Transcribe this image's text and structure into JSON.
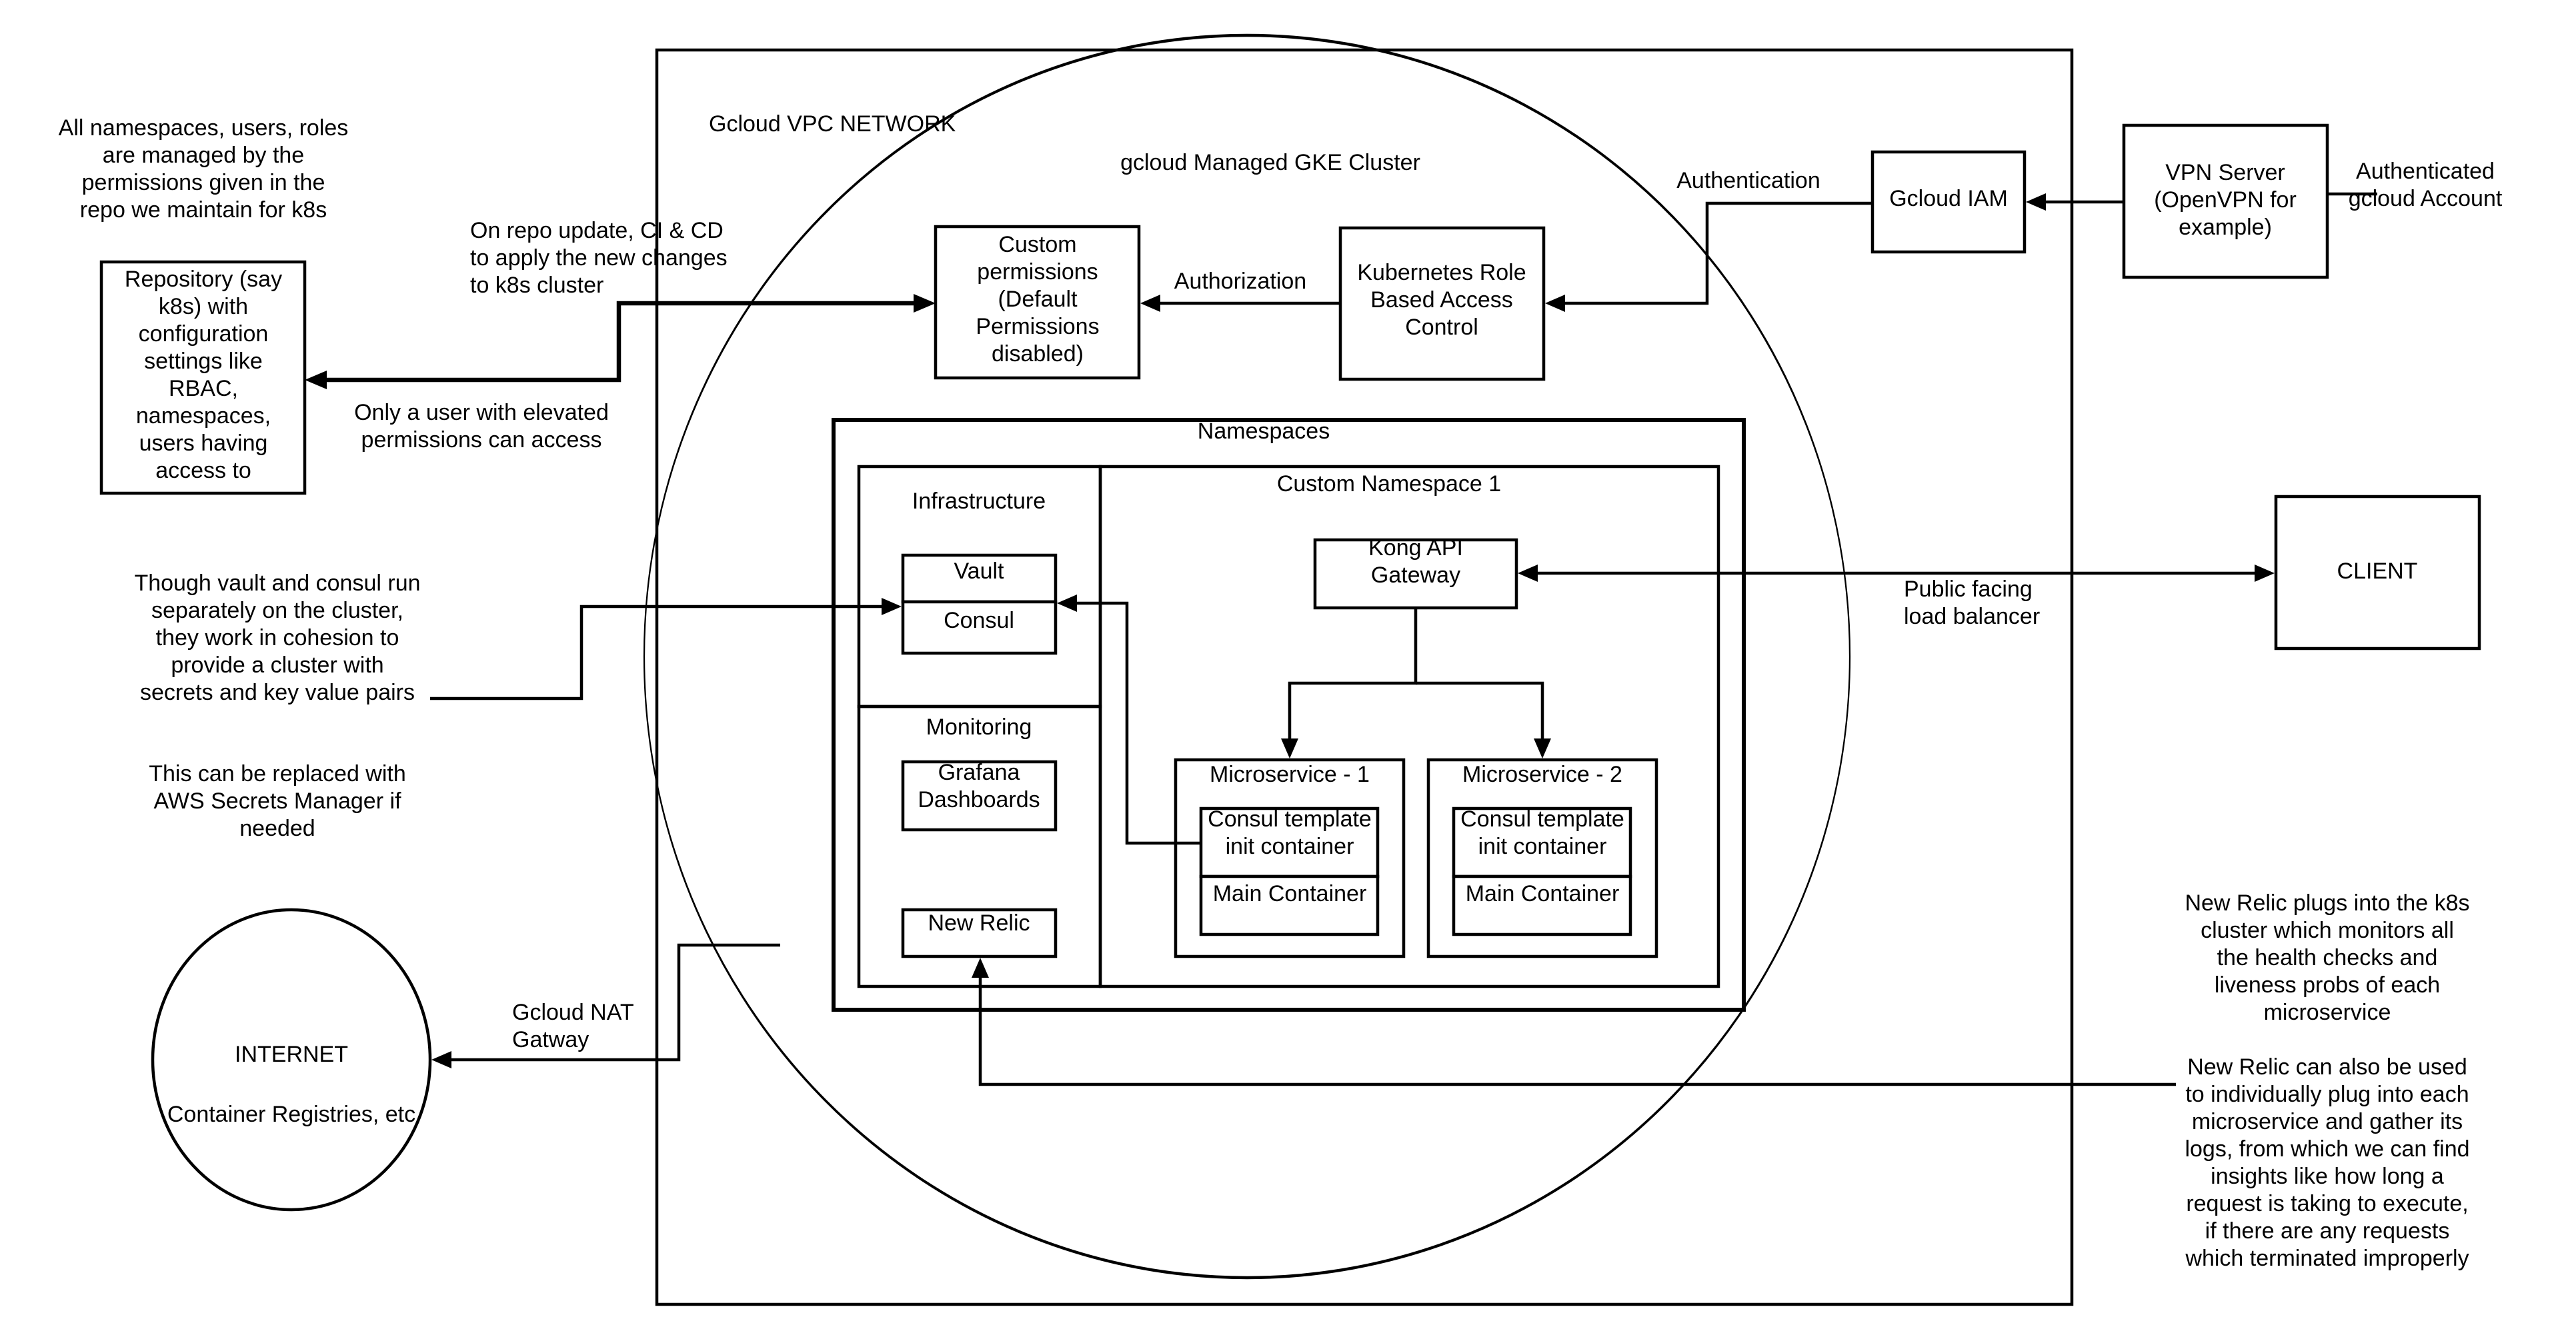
{
  "labels": {
    "vpc_title": "Gcloud VPC NETWORK",
    "gke_title": "gcloud Managed GKE Cluster",
    "namespaces_title": "Namespaces",
    "infrastructure_title": "Infrastructure",
    "custom_ns_title": "Custom Namespace 1",
    "monitoring_title": "Monitoring",
    "vault": "Vault",
    "consul": "Consul",
    "grafana": "Grafana\nDashboards",
    "new_relic": "New Relic",
    "kong": "Kong API\nGateway",
    "ms1_title": "Microservice - 1",
    "ms2_title": "Microservice - 2",
    "consul_template": "Consul template\ninit container",
    "main_container": "Main Container",
    "custom_permissions": "Custom\npermissions\n(Default\nPermissions\ndisabled)",
    "rbac": "Kubernetes Role\nBased Access\nControl",
    "gcloud_iam": "Gcloud IAM",
    "vpn_server": "VPN Server\n(OpenVPN for\nexample)",
    "authenticated_account": "Authenticated\ngcloud Account",
    "client": "CLIENT",
    "internet": "INTERNET",
    "container_registries": "Container Registries, etc",
    "repository": "Repository (say\nk8s) with\nconfiguration\nsettings like\nRBAC,\nnamespaces,\nusers having\naccess to"
  },
  "annotations": {
    "namespaces_note": "All namespaces, users, roles\nare managed by the\npermissions given in the\nrepo we maintain for k8s",
    "repo_update": "On repo update, CI & CD\nto apply the new changes\nto k8s cluster",
    "elevated_access": "Only a user with elevated\npermissions can access",
    "vault_consul_note": "Though vault and consul run\nseparately on the cluster,\nthey work in cohesion to\nprovide a cluster with\nsecrets and key value pairs",
    "aws_note": "This can be replaced with\nAWS Secrets Manager if\nneeded",
    "nat_gateway": "Gcloud NAT\nGatway",
    "newrelic_note1": "New Relic plugs into the k8s\ncluster which monitors all\nthe health checks and\nliveness probs of each\nmicroservice",
    "newrelic_note2": "New Relic can also be used\nto individually plug into each\nmicroservice and gather its\nlogs, from which we can find\ninsights like how long a\nrequest is taking to execute,\nif there are any requests\nwhich terminated improperly",
    "authorization": "Authorization",
    "authentication": "Authentication",
    "public_lb": "Public facing\nload balancer"
  }
}
